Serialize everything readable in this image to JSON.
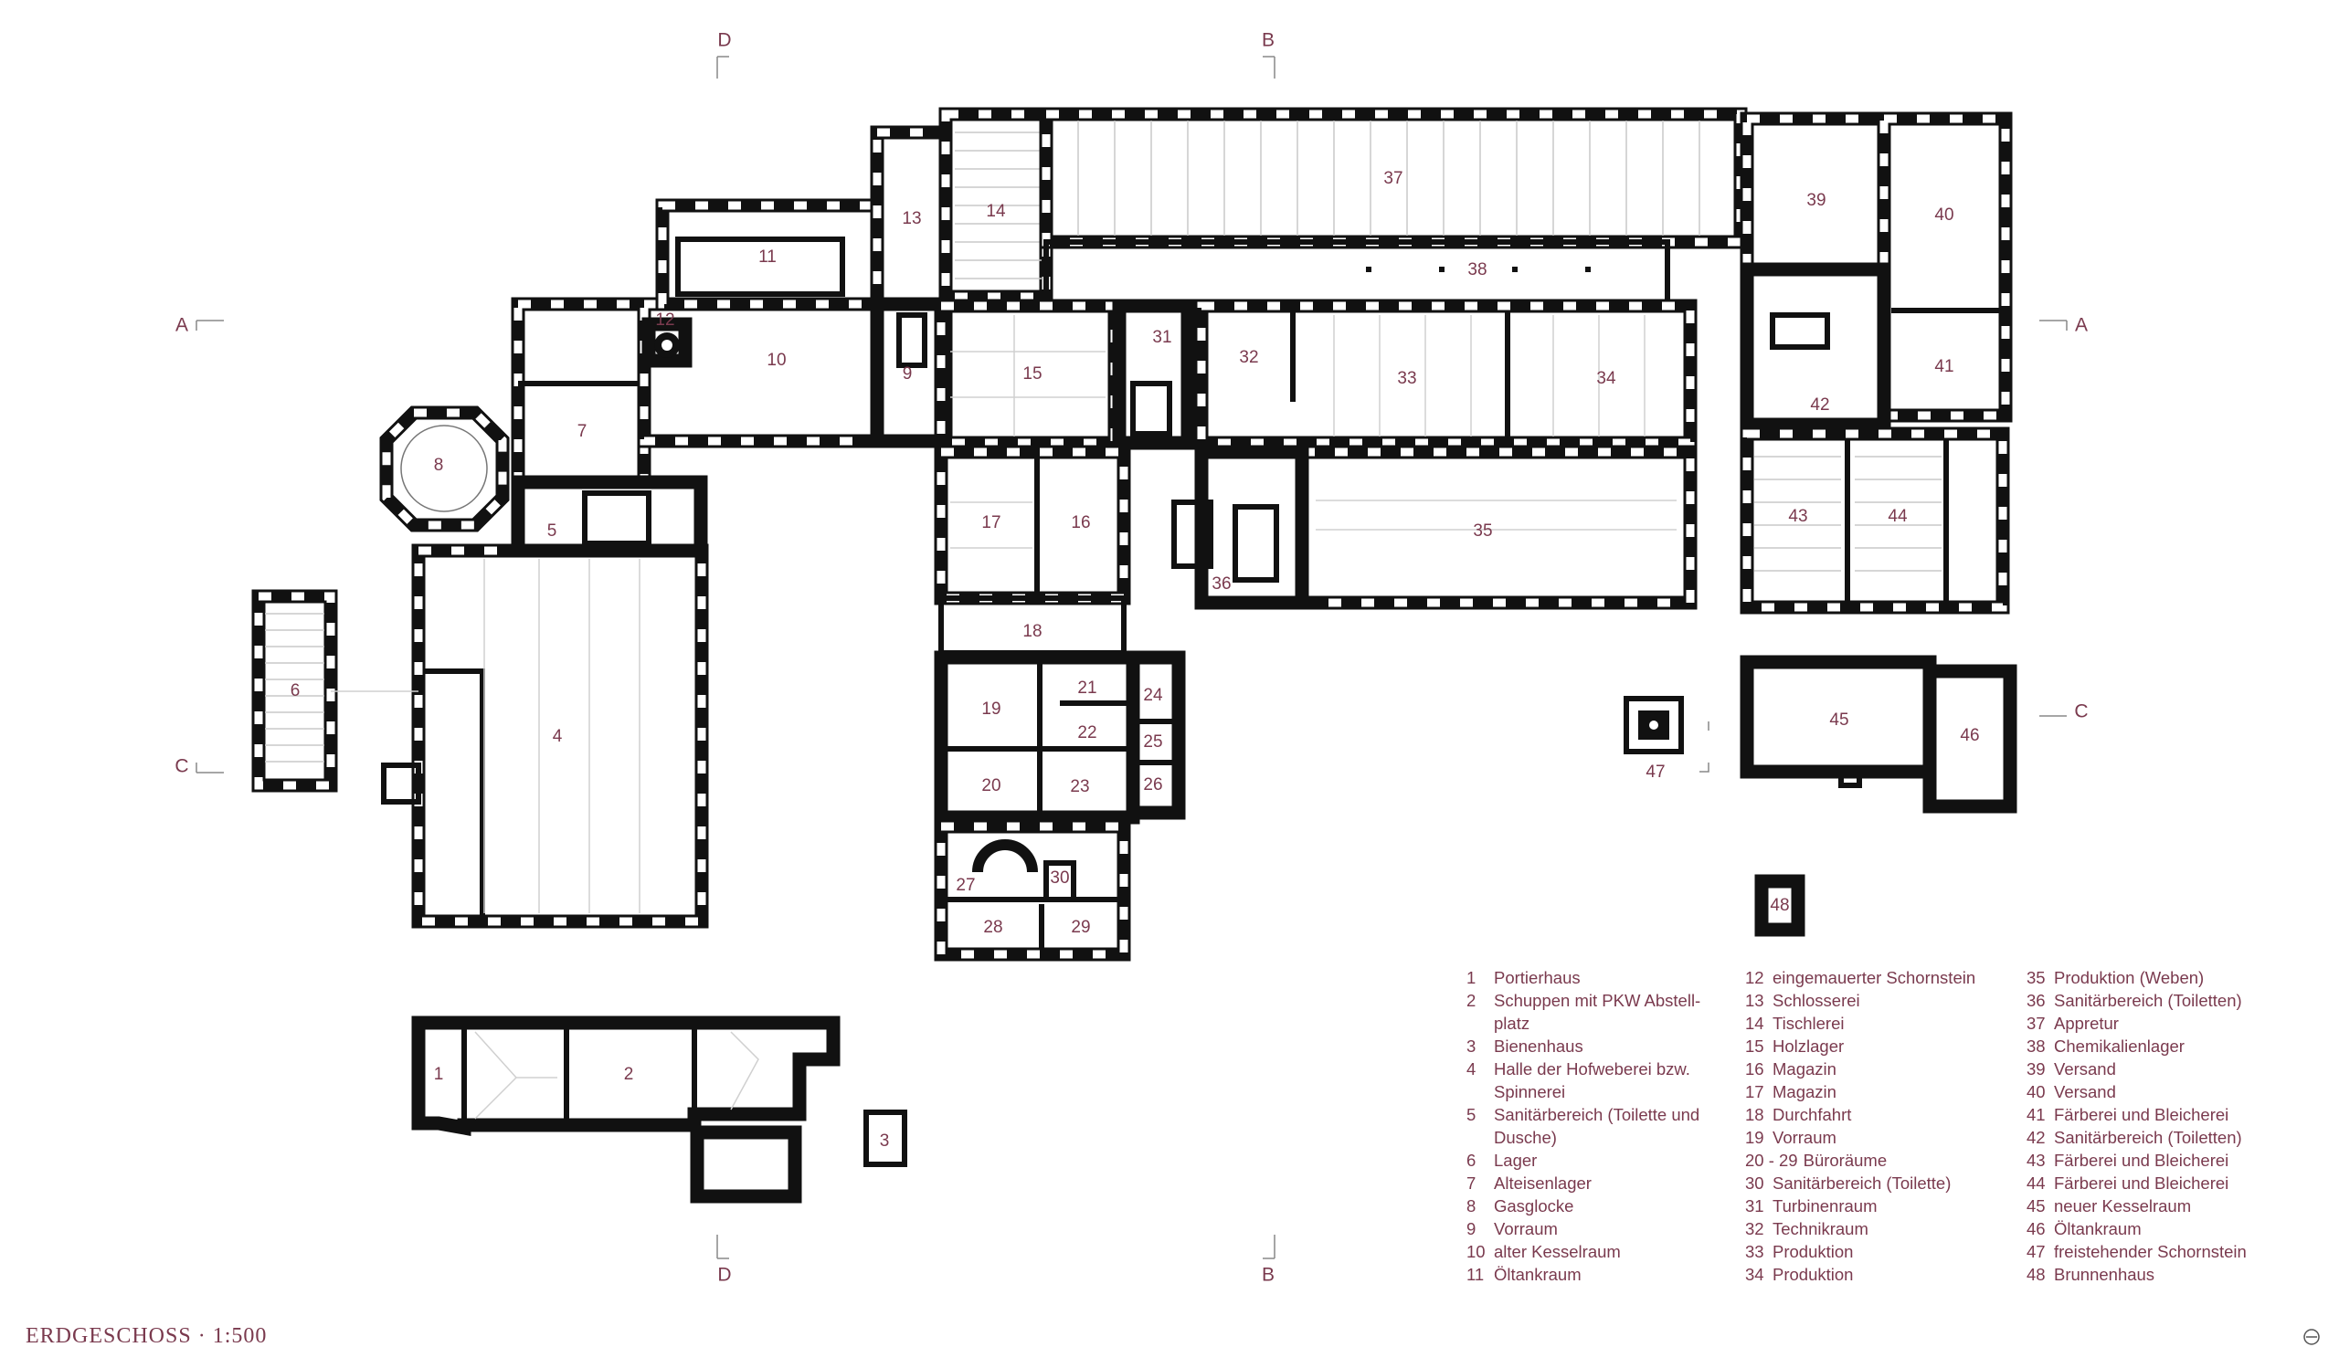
{
  "title": "ERDGESCHOSS · 1:500",
  "colors": {
    "accent": "#7a3a4e",
    "wall": "#111111"
  },
  "sections": {
    "A": "A",
    "B": "B",
    "C": "C",
    "D": "D"
  },
  "rooms": {
    "r1": "1",
    "r2": "2",
    "r3": "3",
    "r4": "4",
    "r5": "5",
    "r6": "6",
    "r7": "7",
    "r8": "8",
    "r9": "9",
    "r10": "10",
    "r11": "11",
    "r12": "12",
    "r13": "13",
    "r14": "14",
    "r15": "15",
    "r16": "16",
    "r17": "17",
    "r18": "18",
    "r19": "19",
    "r20": "20",
    "r21": "21",
    "r22": "22",
    "r23": "23",
    "r24": "24",
    "r25": "25",
    "r26": "26",
    "r27": "27",
    "r28": "28",
    "r29": "29",
    "r30": "30",
    "r31": "31",
    "r32": "32",
    "r33": "33",
    "r34": "34",
    "r35": "35",
    "r36": "36",
    "r37": "37",
    "r38": "38",
    "r39": "39",
    "r40": "40",
    "r41": "41",
    "r42": "42",
    "r43": "43",
    "r44": "44",
    "r45": "45",
    "r46": "46",
    "r47": "47",
    "r48": "48"
  },
  "legend": {
    "col1": [
      {
        "n": "1",
        "t": "Portierhaus"
      },
      {
        "n": "2",
        "t": "Schuppen mit PKW Abstell-platz"
      },
      {
        "n": "3",
        "t": "Bienenhaus"
      },
      {
        "n": "4",
        "t": "Halle der Hofweberei bzw. Spinnerei"
      },
      {
        "n": "5",
        "t": "Sanitärbereich (Toilette und Dusche)"
      },
      {
        "n": "6",
        "t": "Lager"
      },
      {
        "n": "7",
        "t": "Alteisenlager"
      },
      {
        "n": "8",
        "t": "Gasglocke"
      },
      {
        "n": "9",
        "t": "Vorraum"
      },
      {
        "n": "10",
        "t": "alter Kesselraum"
      },
      {
        "n": "11",
        "t": "Öltankraum"
      }
    ],
    "col2": [
      {
        "n": "12",
        "t": "eingemauerter Schornstein"
      },
      {
        "n": "13",
        "t": "Schlosserei"
      },
      {
        "n": "14",
        "t": "Tischlerei"
      },
      {
        "n": "15",
        "t": "Holzlager"
      },
      {
        "n": "16",
        "t": "Magazin"
      },
      {
        "n": "17",
        "t": "Magazin"
      },
      {
        "n": "18",
        "t": "Durchfahrt"
      },
      {
        "n": "19",
        "t": "Vorraum"
      },
      {
        "n": "20 - 29",
        "t": "Büroräume"
      },
      {
        "n": "30",
        "t": "Sanitärbereich (Toilette)"
      },
      {
        "n": "31",
        "t": "Turbinenraum"
      },
      {
        "n": "32",
        "t": "Technikraum"
      },
      {
        "n": "33",
        "t": "Produktion"
      },
      {
        "n": "34",
        "t": "Produktion"
      }
    ],
    "col3": [
      {
        "n": "35",
        "t": "Produktion (Weben)"
      },
      {
        "n": "36",
        "t": "Sanitärbereich (Toiletten)"
      },
      {
        "n": "37",
        "t": "Appretur"
      },
      {
        "n": "38",
        "t": "Chemikalienlager"
      },
      {
        "n": "39",
        "t": "Versand"
      },
      {
        "n": "40",
        "t": "Versand"
      },
      {
        "n": "41",
        "t": "Färberei und Bleicherei"
      },
      {
        "n": "42",
        "t": "Sanitärbereich (Toiletten)"
      },
      {
        "n": "43",
        "t": "Färberei und Bleicherei"
      },
      {
        "n": "44",
        "t": "Färberei und Bleicherei"
      },
      {
        "n": "45",
        "t": "neuer Kesselraum"
      },
      {
        "n": "46",
        "t": "Öltankraum"
      },
      {
        "n": "47",
        "t": "freistehender Schornstein"
      },
      {
        "n": "48",
        "t": "Brunnenhaus"
      }
    ]
  }
}
